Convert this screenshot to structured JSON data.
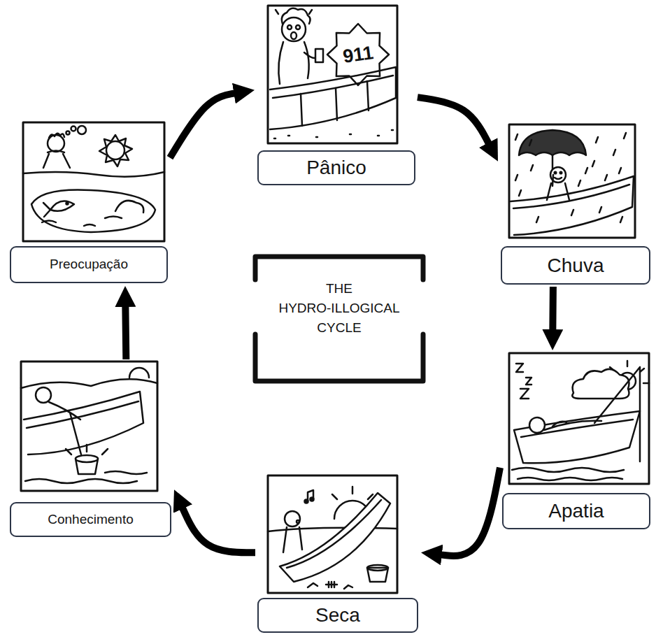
{
  "diagram": {
    "title": "THE HYDRO-ILLOGICAL CYCLE",
    "nodes": [
      {
        "text": [
          "Pânico"
        ]
      },
      {
        "text": [
          "Chuva"
        ]
      },
      {
        "text": [
          "Apatia"
        ]
      },
      {
        "text": [
          "Seca"
        ]
      },
      {
        "text": [
          "Conhecimento"
        ]
      },
      {
        "text": [
          "Preocupação"
        ]
      }
    ],
    "edges": [
      {
        "from": 0,
        "to": 1,
        "arrow": "to"
      },
      {
        "from": 1,
        "to": 2,
        "arrow": "to"
      },
      {
        "from": 2,
        "to": 3,
        "arrow": "to"
      },
      {
        "from": 3,
        "to": 4,
        "arrow": "to"
      },
      {
        "from": 4,
        "to": 5,
        "arrow": "to"
      },
      {
        "from": 5,
        "to": 0,
        "arrow": "to"
      }
    ],
    "labels": [
      "911"
    ]
  }
}
